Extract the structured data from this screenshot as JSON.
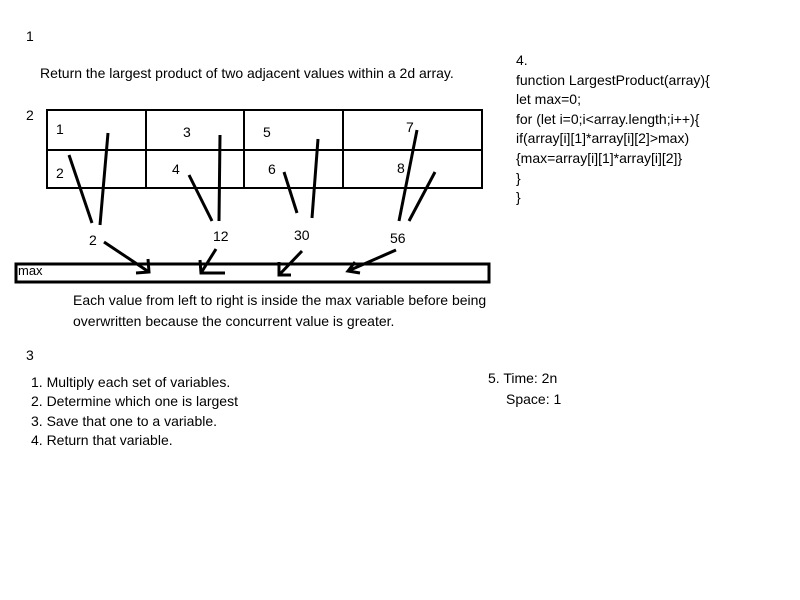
{
  "section_labels": {
    "s1": "1",
    "s2": "2",
    "s3": "3"
  },
  "prompt": "Return the largest product of two adjacent values within a 2d array.",
  "grid": {
    "top_row": [
      "1",
      "3",
      "5",
      "7"
    ],
    "bottom_row": [
      "2",
      "4",
      "6",
      "8"
    ]
  },
  "products": [
    "2",
    "12",
    "30",
    "56"
  ],
  "max_box_label": "max",
  "note": [
    "Each value from left to right is inside the max variable before being",
    "overwritten because the concurrent value is greater."
  ],
  "steps": [
    "1. Multiply each set of variables.",
    "2. Determine which one is largest",
    "3. Save that one to a variable.",
    "4. Return that variable."
  ],
  "code": [
    "4.",
    "function LargestProduct(array){",
    "let max=0;",
    "for (let i=0;i<array.length;i++){",
    "if(array[i][1]*array[i][2]>max)",
    "{max=array[i][1]*array[i][2]}",
    "}",
    "}"
  ],
  "complexity": {
    "time": "5. Time: 2n",
    "space": "Space: 1"
  }
}
